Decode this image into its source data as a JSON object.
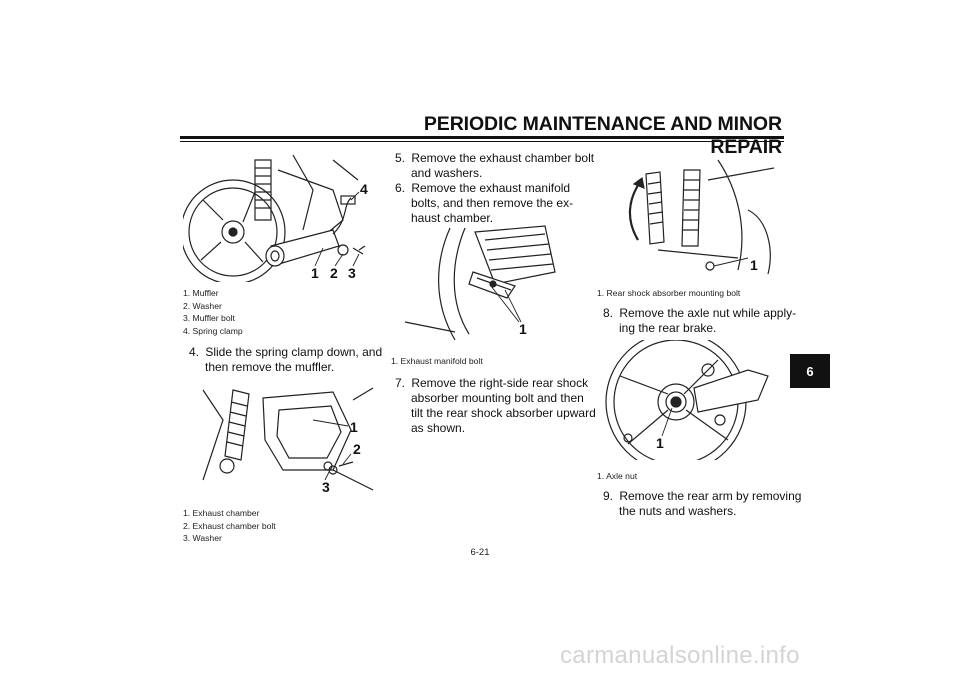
{
  "header": {
    "title": "PERIODIC MAINTENANCE AND MINOR REPAIR"
  },
  "side_tab": {
    "label": "6"
  },
  "page_number": "6-21",
  "watermark": "carmanualsonline.info",
  "figures": {
    "muffler": {
      "callouts": [
        "1",
        "2",
        "3",
        "4"
      ],
      "caption": [
        "1. Muffler",
        "2. Washer",
        "3. Muffler bolt",
        "4. Spring clamp"
      ]
    },
    "exhaust_chamber": {
      "callouts": [
        "1",
        "2",
        "3"
      ],
      "caption": [
        "1. Exhaust chamber",
        "2. Exhaust chamber bolt",
        "3. Washer"
      ]
    },
    "manifold": {
      "callouts": [
        "1"
      ],
      "caption": [
        "1. Exhaust manifold bolt"
      ]
    },
    "rear_shock": {
      "callouts": [
        "1"
      ],
      "caption": [
        "1. Rear shock absorber mounting bolt"
      ]
    },
    "axle": {
      "callouts": [
        "1"
      ],
      "caption": [
        "1. Axle nut"
      ]
    }
  },
  "steps": {
    "step4": {
      "number": "4.",
      "lines": [
        "Slide the spring clamp down, and",
        "then remove the muffler."
      ]
    },
    "step5": {
      "number": "5.",
      "lines": [
        "Remove the exhaust chamber bolt",
        "and washers."
      ]
    },
    "step6": {
      "number": "6.",
      "lines": [
        "Remove  the  exhaust  manifold",
        "bolts, and then remove the ex-",
        "haust chamber."
      ]
    },
    "step7": {
      "number": "7.",
      "lines": [
        "Remove the right-side rear shock",
        "absorber mounting bolt and then",
        "tilt the rear shock absorber upward",
        "as shown."
      ]
    },
    "step8": {
      "number": "8.",
      "lines": [
        "Remove the axle nut while apply-",
        "ing the rear brake."
      ]
    },
    "step9": {
      "number": "9.",
      "lines": [
        "Remove the rear arm by removing",
        "the nuts and washers."
      ]
    }
  }
}
